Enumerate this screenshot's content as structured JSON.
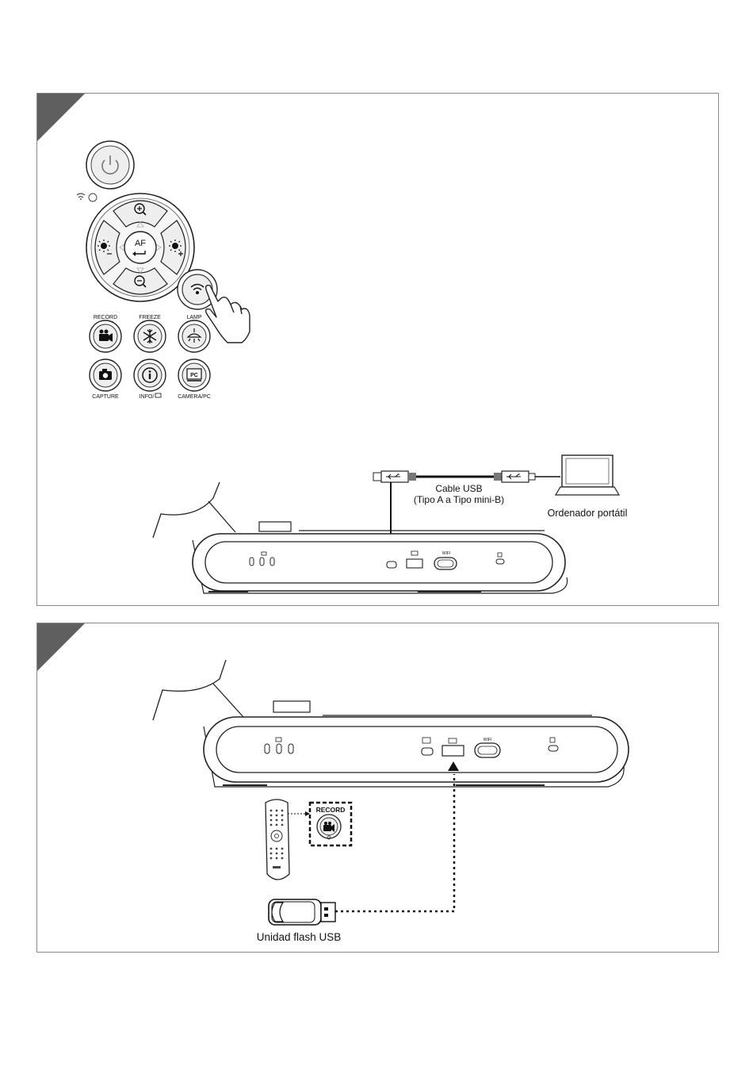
{
  "panel1": {
    "buttons": {
      "af_label": "AF",
      "record_label": "RECORD",
      "freeze_label": "FREEZE",
      "lamp_label": "LAMP",
      "capture_label": "CAPTURE",
      "info_label": "INFO/",
      "camera_pc_label": "CAMERA/PC",
      "pc_badge": "PC"
    },
    "cable_label_1": "Cable USB",
    "cable_label_2": "(Tipo A a Tipo mini-B)",
    "laptop_label": "Ordenador portátil",
    "wifi_port_label": "WIFI"
  },
  "panel2": {
    "wifi_port_label": "WIFI",
    "record_callout": "RECORD",
    "flash_label": "Unidad flash USB"
  }
}
